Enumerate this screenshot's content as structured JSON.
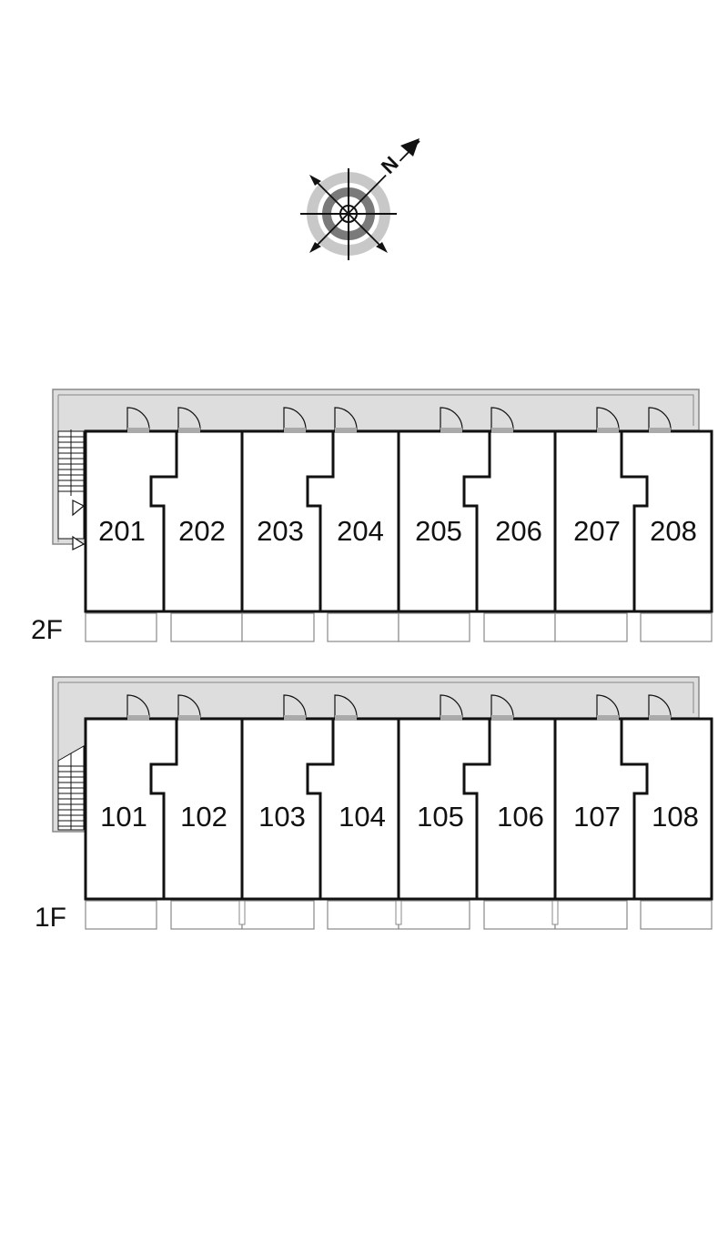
{
  "compass": {
    "north_label": "N",
    "icon": "north-arrow-icon"
  },
  "floors": [
    {
      "label": "2F",
      "units": [
        "201",
        "202",
        "203",
        "204",
        "205",
        "206",
        "207",
        "208"
      ]
    },
    {
      "label": "1F",
      "units": [
        "101",
        "102",
        "103",
        "104",
        "105",
        "106",
        "107",
        "108"
      ]
    }
  ],
  "colors": {
    "wall": "#111111",
    "corridor": "#dddddd",
    "line": "#888888",
    "ring_outer": "#c8c8c8",
    "ring_inner": "#7a7a7a"
  }
}
